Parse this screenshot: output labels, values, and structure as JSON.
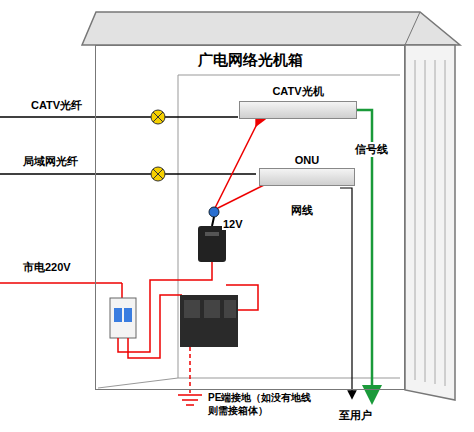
{
  "diagram": {
    "nodes": [
      {
        "text": [
          "广电网络光机箱"
        ]
      },
      {
        "text": [
          "CATV光机"
        ],
        "in": 0
      },
      {
        "text": [
          "ONU"
        ],
        "in": 0
      }
    ],
    "labels": [
      "CATV光纤",
      "局域网光纤",
      "信号线",
      "网线",
      "12V",
      "市电220V",
      "PE端接地（如没有地线则需接箱体）",
      "至用户"
    ]
  }
}
